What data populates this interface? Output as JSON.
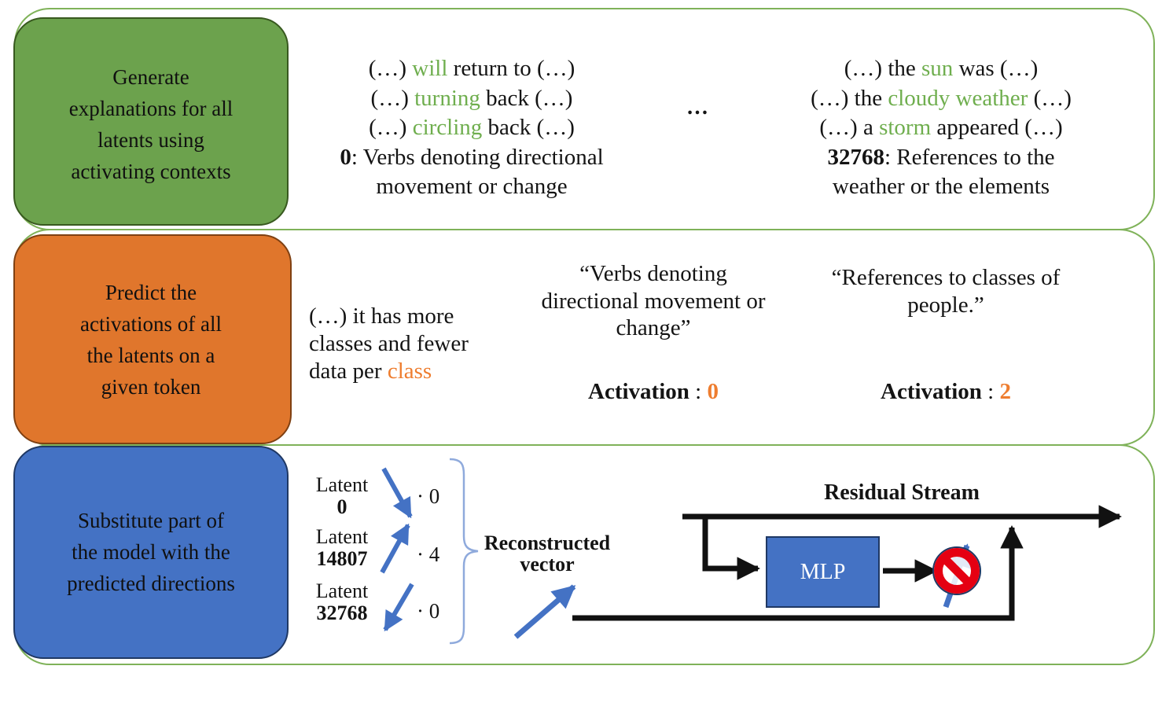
{
  "palette": {
    "step1_green_fill": "#6CA24D",
    "step2_orange_fill": "#E0762C",
    "step3_blue_fill": "#4472C4",
    "row_border_green": "#7FB259",
    "highlight_green_text": "#6FAE4E",
    "highlight_orange_text": "#EE7D2F",
    "arrow_blue": "#4472C4",
    "brace_blue": "#8FAADC",
    "prohibition_red": "#E50012",
    "flow_line_black": "#111111"
  },
  "step1": {
    "box": [
      "Generate",
      "explanations for all",
      "latents using",
      "activating contexts"
    ],
    "left": {
      "ctx": [
        {
          "pre": "(…) ",
          "hl": "will",
          "post": " return to (…)"
        },
        {
          "pre": "(…) ",
          "hl": "turning",
          "post": " back (…)"
        },
        {
          "pre": "(…) ",
          "hl": "circling",
          "post": " back (…)"
        }
      ],
      "exp_id": "0",
      "exp_rest": ": Verbs denoting directional",
      "exp_line2": "movement or change"
    },
    "dots": "…",
    "right": {
      "ctx": [
        {
          "pre": "(…) the ",
          "hl": "sun",
          "post": " was (…)"
        },
        {
          "pre": "(…) the ",
          "hl": "cloudy weather",
          "post": " (…)"
        },
        {
          "pre": "(…) a ",
          "hl": "storm",
          "post": " appeared (…)"
        }
      ],
      "exp_id": "32768",
      "exp_rest": ": References to the",
      "exp_line2": "weather or the elements"
    }
  },
  "step2": {
    "box": [
      "Predict the",
      "activations of all",
      "the latents on a",
      "given token"
    ],
    "token": {
      "line1": "(…) it has more",
      "line2": "classes and fewer",
      "line3_pre": "data per ",
      "line3_hl": "class"
    },
    "preds": [
      {
        "quote": [
          "“Verbs denoting",
          "directional movement or",
          "change”"
        ],
        "label": "Activation",
        "sep": " : ",
        "value": "0"
      },
      {
        "quote": [
          "“References to classes of",
          "people.”"
        ],
        "label": "Activation",
        "sep": " : ",
        "value": "2"
      }
    ]
  },
  "step3": {
    "box": [
      "Substitute part of",
      "the model with the",
      "predicted directions"
    ],
    "latents": [
      {
        "label": "Latent",
        "id": "0",
        "mult": "· 0"
      },
      {
        "label": "Latent",
        "id": "14807",
        "mult": "· 4"
      },
      {
        "label": "Latent",
        "id": "32768",
        "mult": "· 0"
      }
    ],
    "reconstructed": [
      "Reconstructed",
      "vector"
    ],
    "residual_label": "Residual Stream",
    "mlp_label": "MLP"
  }
}
